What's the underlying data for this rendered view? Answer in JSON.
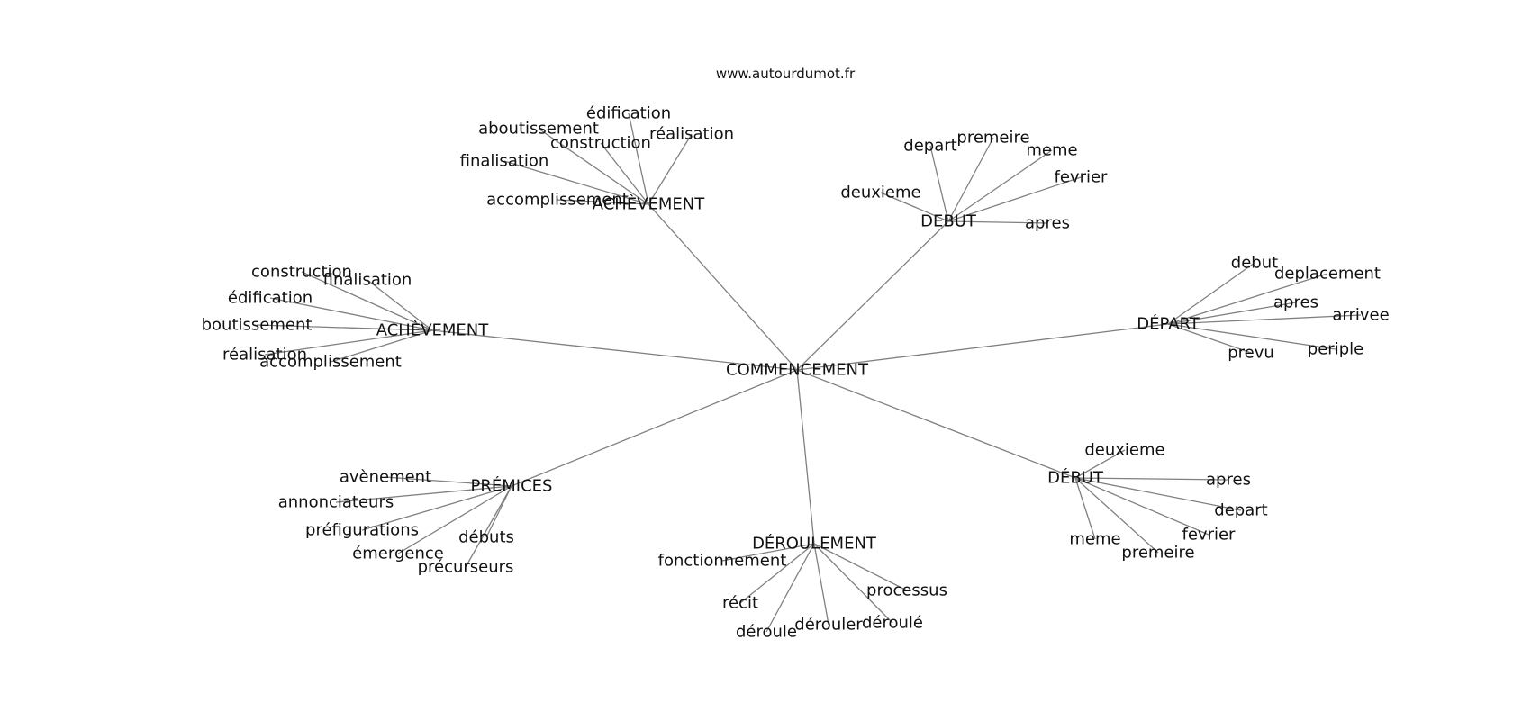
{
  "site": "www.autourdumot.fr",
  "root": "COMMENCEMENT",
  "clusters": [
    {
      "hub": "ACHÈVEMENT",
      "leaves": [
        "édification",
        "aboutissement",
        "réalisation",
        "construction",
        "finalisation",
        "accomplissement"
      ]
    },
    {
      "hub": "DEBUT",
      "leaves": [
        "depart",
        "premeire",
        "meme",
        "fevrier",
        "deuxieme",
        "apres"
      ]
    },
    {
      "hub": "ACHÈVEMENT",
      "leaves": [
        "construction",
        "finalisation",
        "édification",
        "boutissement",
        "réalisation",
        "accomplissement"
      ]
    },
    {
      "hub": "DÉPART",
      "leaves": [
        "debut",
        "deplacement",
        "apres",
        "arrivee",
        "prevu",
        "periple"
      ]
    },
    {
      "hub": "PRÉMICES",
      "leaves": [
        "avènement",
        "annonciateurs",
        "préfigurations",
        "débuts",
        "émergence",
        "précurseurs"
      ]
    },
    {
      "hub": "DÉROULEMENT",
      "leaves": [
        "fonctionnement",
        "processus",
        "récit",
        "dérouler",
        "déroulé",
        "déroule"
      ]
    },
    {
      "hub": "DÉBUT",
      "leaves": [
        "deuxieme",
        "apres",
        "depart",
        "fevrier",
        "meme",
        "premeire"
      ]
    }
  ]
}
